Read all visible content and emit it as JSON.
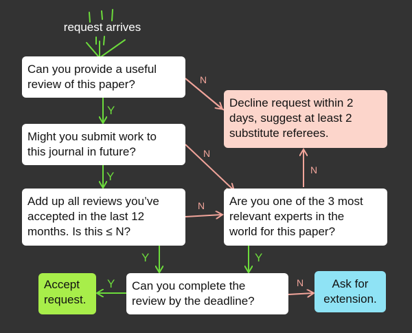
{
  "colors": {
    "background": "#333333",
    "yes_arrow": "#6ddc3c",
    "no_arrow": "#f2a59b",
    "decline_box": "#fcd5cb",
    "accept_box": "#a8ee4a",
    "ask_box": "#8fe3f5"
  },
  "start": {
    "label": "request arrives"
  },
  "nodes": {
    "q_useful": "Can you provide a useful\nreview of this paper?",
    "q_submit": "Might you submit work to\nthis journal in future?",
    "q_reviews": "Add up all reviews you’ve\naccepted in the last 12\nmonths. Is this ≤ N?",
    "q_expert": "Are you one of the 3 most\nrelevant experts in the\nworld for this paper?",
    "q_deadline": "Can you complete the\nreview by the deadline?",
    "decline": "Decline request within 2\ndays, suggest at least 2\nsubstitute referees.",
    "accept": "Accept\nrequest.",
    "ask": "Ask for\nextension."
  },
  "edge_labels": {
    "useful_no": "N",
    "useful_yes": "Y",
    "submit_no": "N",
    "submit_yes": "Y",
    "reviews_no": "N",
    "reviews_yes": "Y",
    "expert_no": "N",
    "expert_yes": "Y",
    "deadline_yes": "Y",
    "deadline_no": "N"
  }
}
